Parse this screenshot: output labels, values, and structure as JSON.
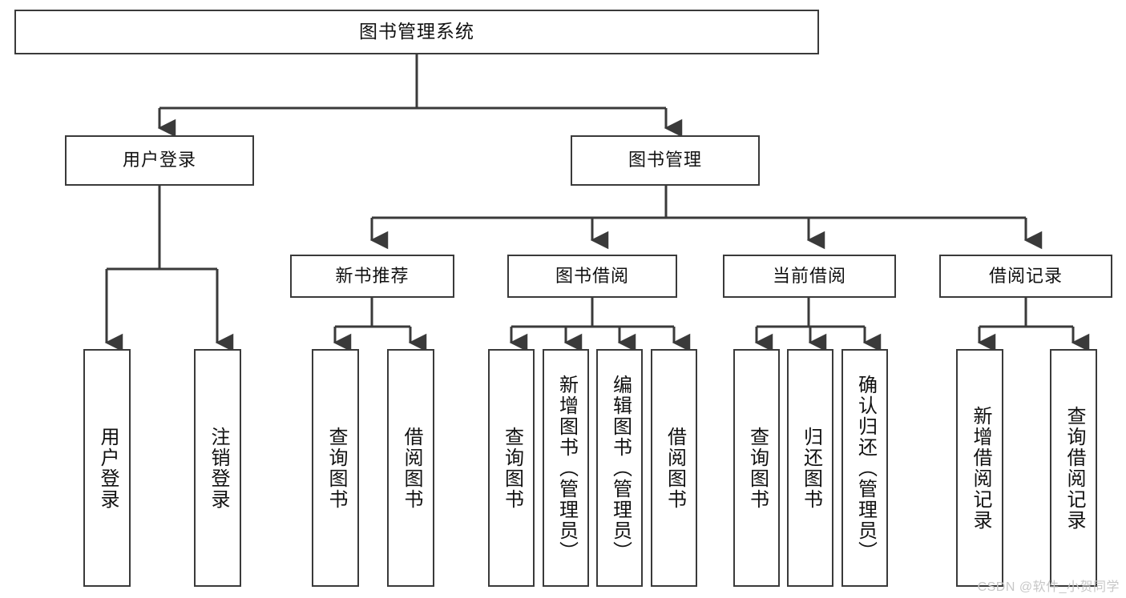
{
  "diagram": {
    "title": "图书管理系统",
    "type": "tree",
    "watermark": "CSDN @软件_小贺同学",
    "colors": {
      "background": "#ffffff",
      "border": "#3a3a3a",
      "text": "#111111",
      "edge": "#3a3a3a",
      "watermark": "#c7c7c7"
    },
    "nodes": {
      "root": {
        "label": "图书管理系统"
      },
      "level2": [
        {
          "label": "用户登录"
        },
        {
          "label": "图书管理"
        }
      ],
      "level3": [
        {
          "label": "新书推荐"
        },
        {
          "label": "图书借阅"
        },
        {
          "label": "当前借阅"
        },
        {
          "label": "借阅记录"
        }
      ],
      "leaves": {
        "user_login": [
          {
            "label": "用户登录"
          },
          {
            "label": "注销登录"
          }
        ],
        "new_book": [
          {
            "label": "查询图书"
          },
          {
            "label": "借阅图书"
          }
        ],
        "book_borrow": [
          {
            "label": "查询图书"
          },
          {
            "label": "新增图书（管理员）"
          },
          {
            "label": "编辑图书（管理员）"
          },
          {
            "label": "借阅图书"
          }
        ],
        "current_borrow": [
          {
            "label": "查询图书"
          },
          {
            "label": "归还图书"
          },
          {
            "label": "确认归还（管理员）"
          }
        ],
        "borrow_record": [
          {
            "label": "新增借阅记录"
          },
          {
            "label": "查询借阅记录"
          }
        ]
      }
    }
  }
}
